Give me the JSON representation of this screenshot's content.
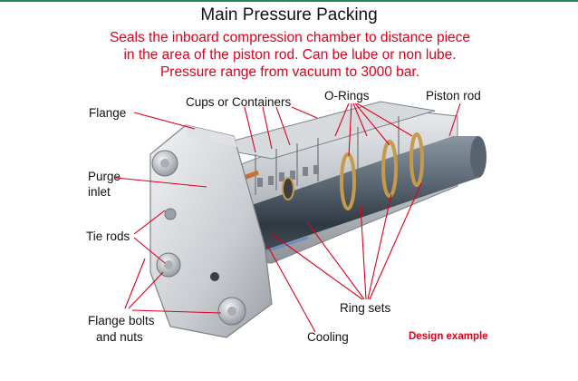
{
  "title": "Main Pressure Packing",
  "subtitle_lines": [
    "Seals the inboard compression chamber to distance piece",
    "in the area of the piston rod. Can be lube or non lube.",
    "Pressure range from vacuum to 3000 bar."
  ],
  "labels": {
    "flange": "Flange",
    "cups": "Cups or Containers",
    "orings": "O-Rings",
    "piston_rod": "Piston rod",
    "purge_inlet_1": "Purge",
    "purge_inlet_2": "inlet",
    "tie_rods": "Tie rods",
    "bolts_1": "Flange bolts",
    "bolts_2": "and nuts",
    "ring_sets": "Ring sets",
    "cooling": "Cooling",
    "design_example": "Design example"
  },
  "colors": {
    "title": "#111111",
    "accent": "#e0001b",
    "metal": "#b8bcc2",
    "rod": "#4a5560",
    "bronze": "#c59a4a"
  }
}
